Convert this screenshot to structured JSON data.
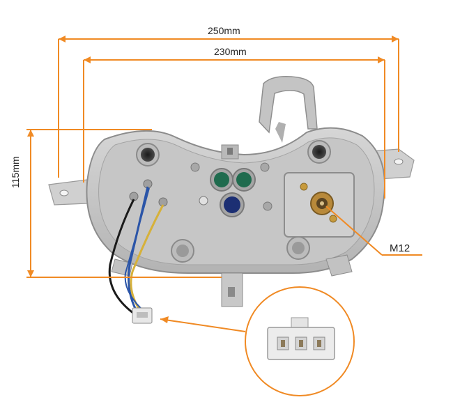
{
  "dimensions": {
    "overall_width": "250mm",
    "mount_width": "230mm",
    "height": "115mm",
    "thread": "M12"
  },
  "colors": {
    "dimension_line": "#f08a24",
    "housing": "#c9c9c9",
    "housing_dark": "#9a9a9a",
    "wire_black": "#1a1a1a",
    "wire_blue": "#2b55a8",
    "wire_yellow": "#d6b13a",
    "lens_green": "#1f6b4e",
    "lens_blue": "#1c2f73",
    "brass": "#b8893a"
  },
  "icons": {
    "connector_zoom": "connector-zoom-icon",
    "speedometer_socket": "drive-socket-icon"
  }
}
